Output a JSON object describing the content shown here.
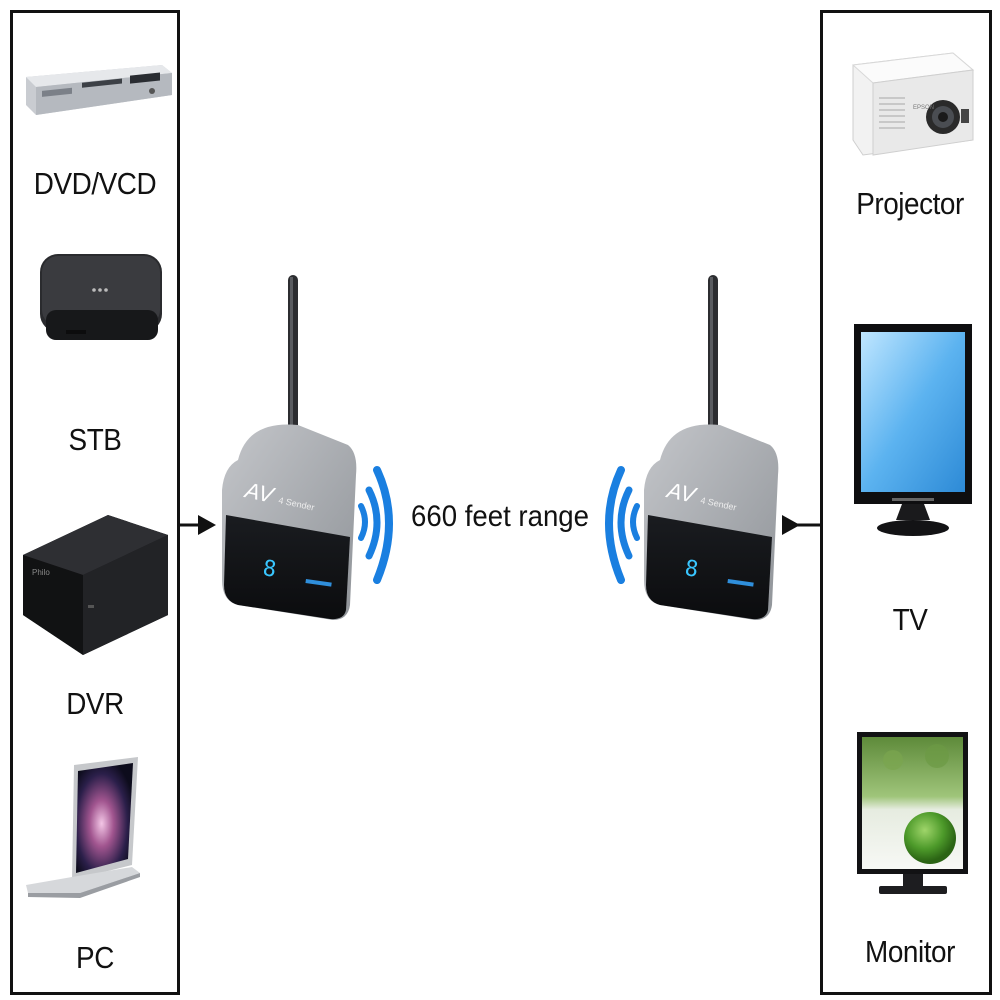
{
  "sources": {
    "items": [
      {
        "label": "DVD/VCD",
        "icon": "dvd-player-icon"
      },
      {
        "label": "STB",
        "icon": "set-top-box-icon"
      },
      {
        "label": "DVR",
        "icon": "dvr-icon"
      },
      {
        "label": "PC",
        "icon": "laptop-icon"
      }
    ]
  },
  "displays": {
    "items": [
      {
        "label": "Projector",
        "icon": "projector-icon"
      },
      {
        "label": "TV",
        "icon": "tv-icon"
      },
      {
        "label": "Monitor",
        "icon": "monitor-icon"
      }
    ]
  },
  "transmitter": {
    "brand_text": "AV",
    "sub_text": "Sender",
    "digit": "8",
    "icon": "av-sender-icon"
  },
  "receiver": {
    "brand_text": "AV",
    "sub_text": "Sender",
    "digit": "8",
    "icon": "av-receiver-icon"
  },
  "link": {
    "range_label": "660 feet range"
  },
  "colors": {
    "signal_blue": "#1a7fe0",
    "device_silver": "#a9acb1",
    "screen_blue": "#4aa6e8",
    "border": "#111111"
  }
}
